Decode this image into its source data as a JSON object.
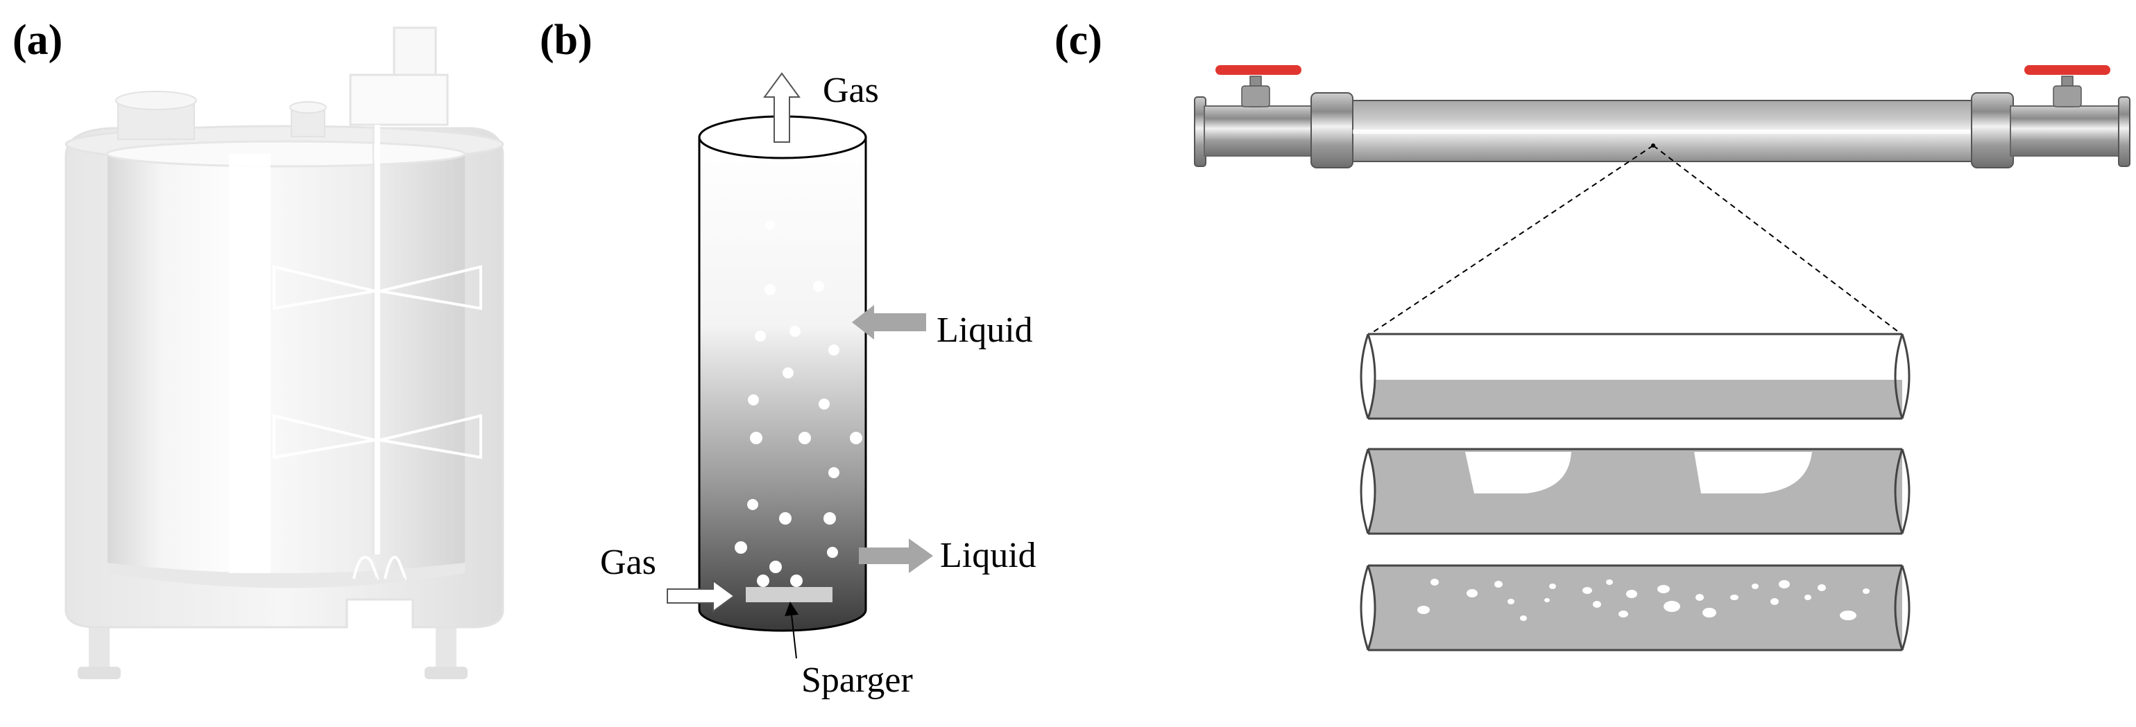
{
  "panels": {
    "a": {
      "label": "(a)"
    },
    "b": {
      "label": "(b)",
      "gas_out": "Gas",
      "liquid_in": "Liquid",
      "liquid_out": "Liquid",
      "gas_in": "Gas",
      "sparger": "Sparger"
    },
    "c": {
      "label": "(c)"
    }
  },
  "colors": {
    "tank_light": "#f2f2f2",
    "tank_mid": "#e3e3e3",
    "column_top": "#ffffff",
    "column_bottom": "#3a3a3a",
    "arrow_gray": "#a6a6a6",
    "pipe_gray": "#9a9a9a",
    "valve_red": "#e0362f",
    "liquid_gray": "#b5b5b5"
  }
}
